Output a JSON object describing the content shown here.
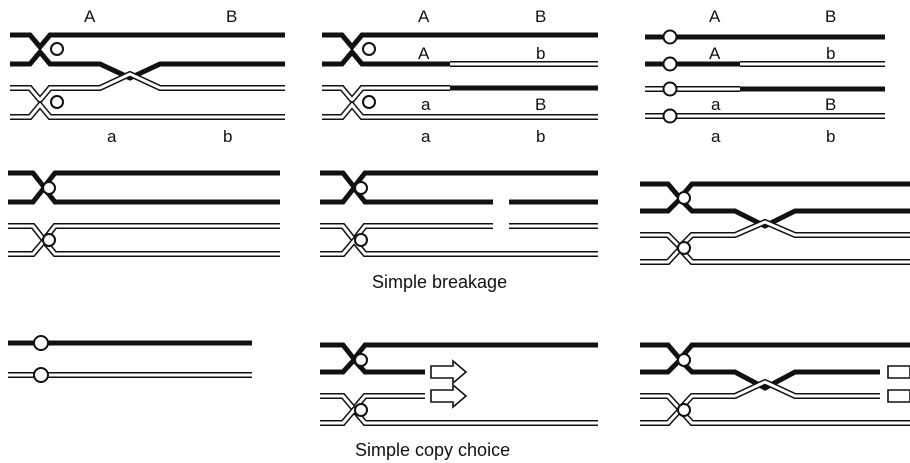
{
  "panel_labels": {
    "p1_upper_left": "A",
    "p1_upper_right": "B",
    "p1_lower_left": "a",
    "p1_lower_right": "b",
    "p2_row0_left": "A",
    "p2_row0_right": "B",
    "p2_row1_left": "A",
    "p2_row1_right": "b",
    "p2_row2_left": "a",
    "p2_row2_right": "B",
    "p2_row3_left": "a",
    "p2_row3_right": "b",
    "p3_row0_left": "A",
    "p3_row0_right": "B",
    "p3_row1_left": "A",
    "p3_row1_right": "b",
    "p3_row2_left": "a",
    "p3_row2_right": "B",
    "p3_row3_left": "a",
    "p3_row3_right": "b"
  },
  "captions": {
    "breakage": "Simple breakage",
    "copy_choice": "Simple copy choice"
  },
  "colors": {
    "dark_strand": "#111111",
    "light_strand": "#ffffff",
    "outline": "#111111"
  }
}
